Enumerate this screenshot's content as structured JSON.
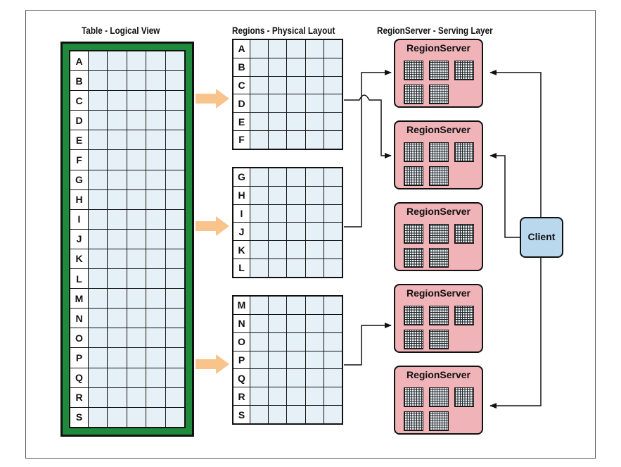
{
  "titles": {
    "logical": "Table - Logical View",
    "regions": "Regions - Physical Layout",
    "serving": "RegionServer - Serving Layer"
  },
  "keys": [
    "A",
    "B",
    "C",
    "D",
    "E",
    "F",
    "G",
    "H",
    "I",
    "J",
    "K",
    "L",
    "M",
    "N",
    "O",
    "P",
    "Q",
    "R",
    "S"
  ],
  "regions": [
    {
      "keys": [
        "A",
        "B",
        "C",
        "D",
        "E",
        "F"
      ]
    },
    {
      "keys": [
        "G",
        "H",
        "I",
        "J",
        "K",
        "L"
      ]
    },
    {
      "keys": [
        "M",
        "N",
        "O",
        "P",
        "Q",
        "R",
        "S"
      ]
    }
  ],
  "region_server_label": "RegionServer",
  "region_servers": [
    {
      "label": "RegionServer",
      "stores": 5
    },
    {
      "label": "RegionServer",
      "stores": 5
    },
    {
      "label": "RegionServer",
      "stores": 5
    },
    {
      "label": "RegionServer",
      "stores": 5
    },
    {
      "label": "RegionServer",
      "stores": 5
    }
  ],
  "client_label": "Client",
  "colors": {
    "table_border": "#1f8a3c",
    "cell": "#e6f0f7",
    "region_server": "#efb3b8",
    "client": "#b9d8ee",
    "big_arrow": "#f9c48b"
  }
}
